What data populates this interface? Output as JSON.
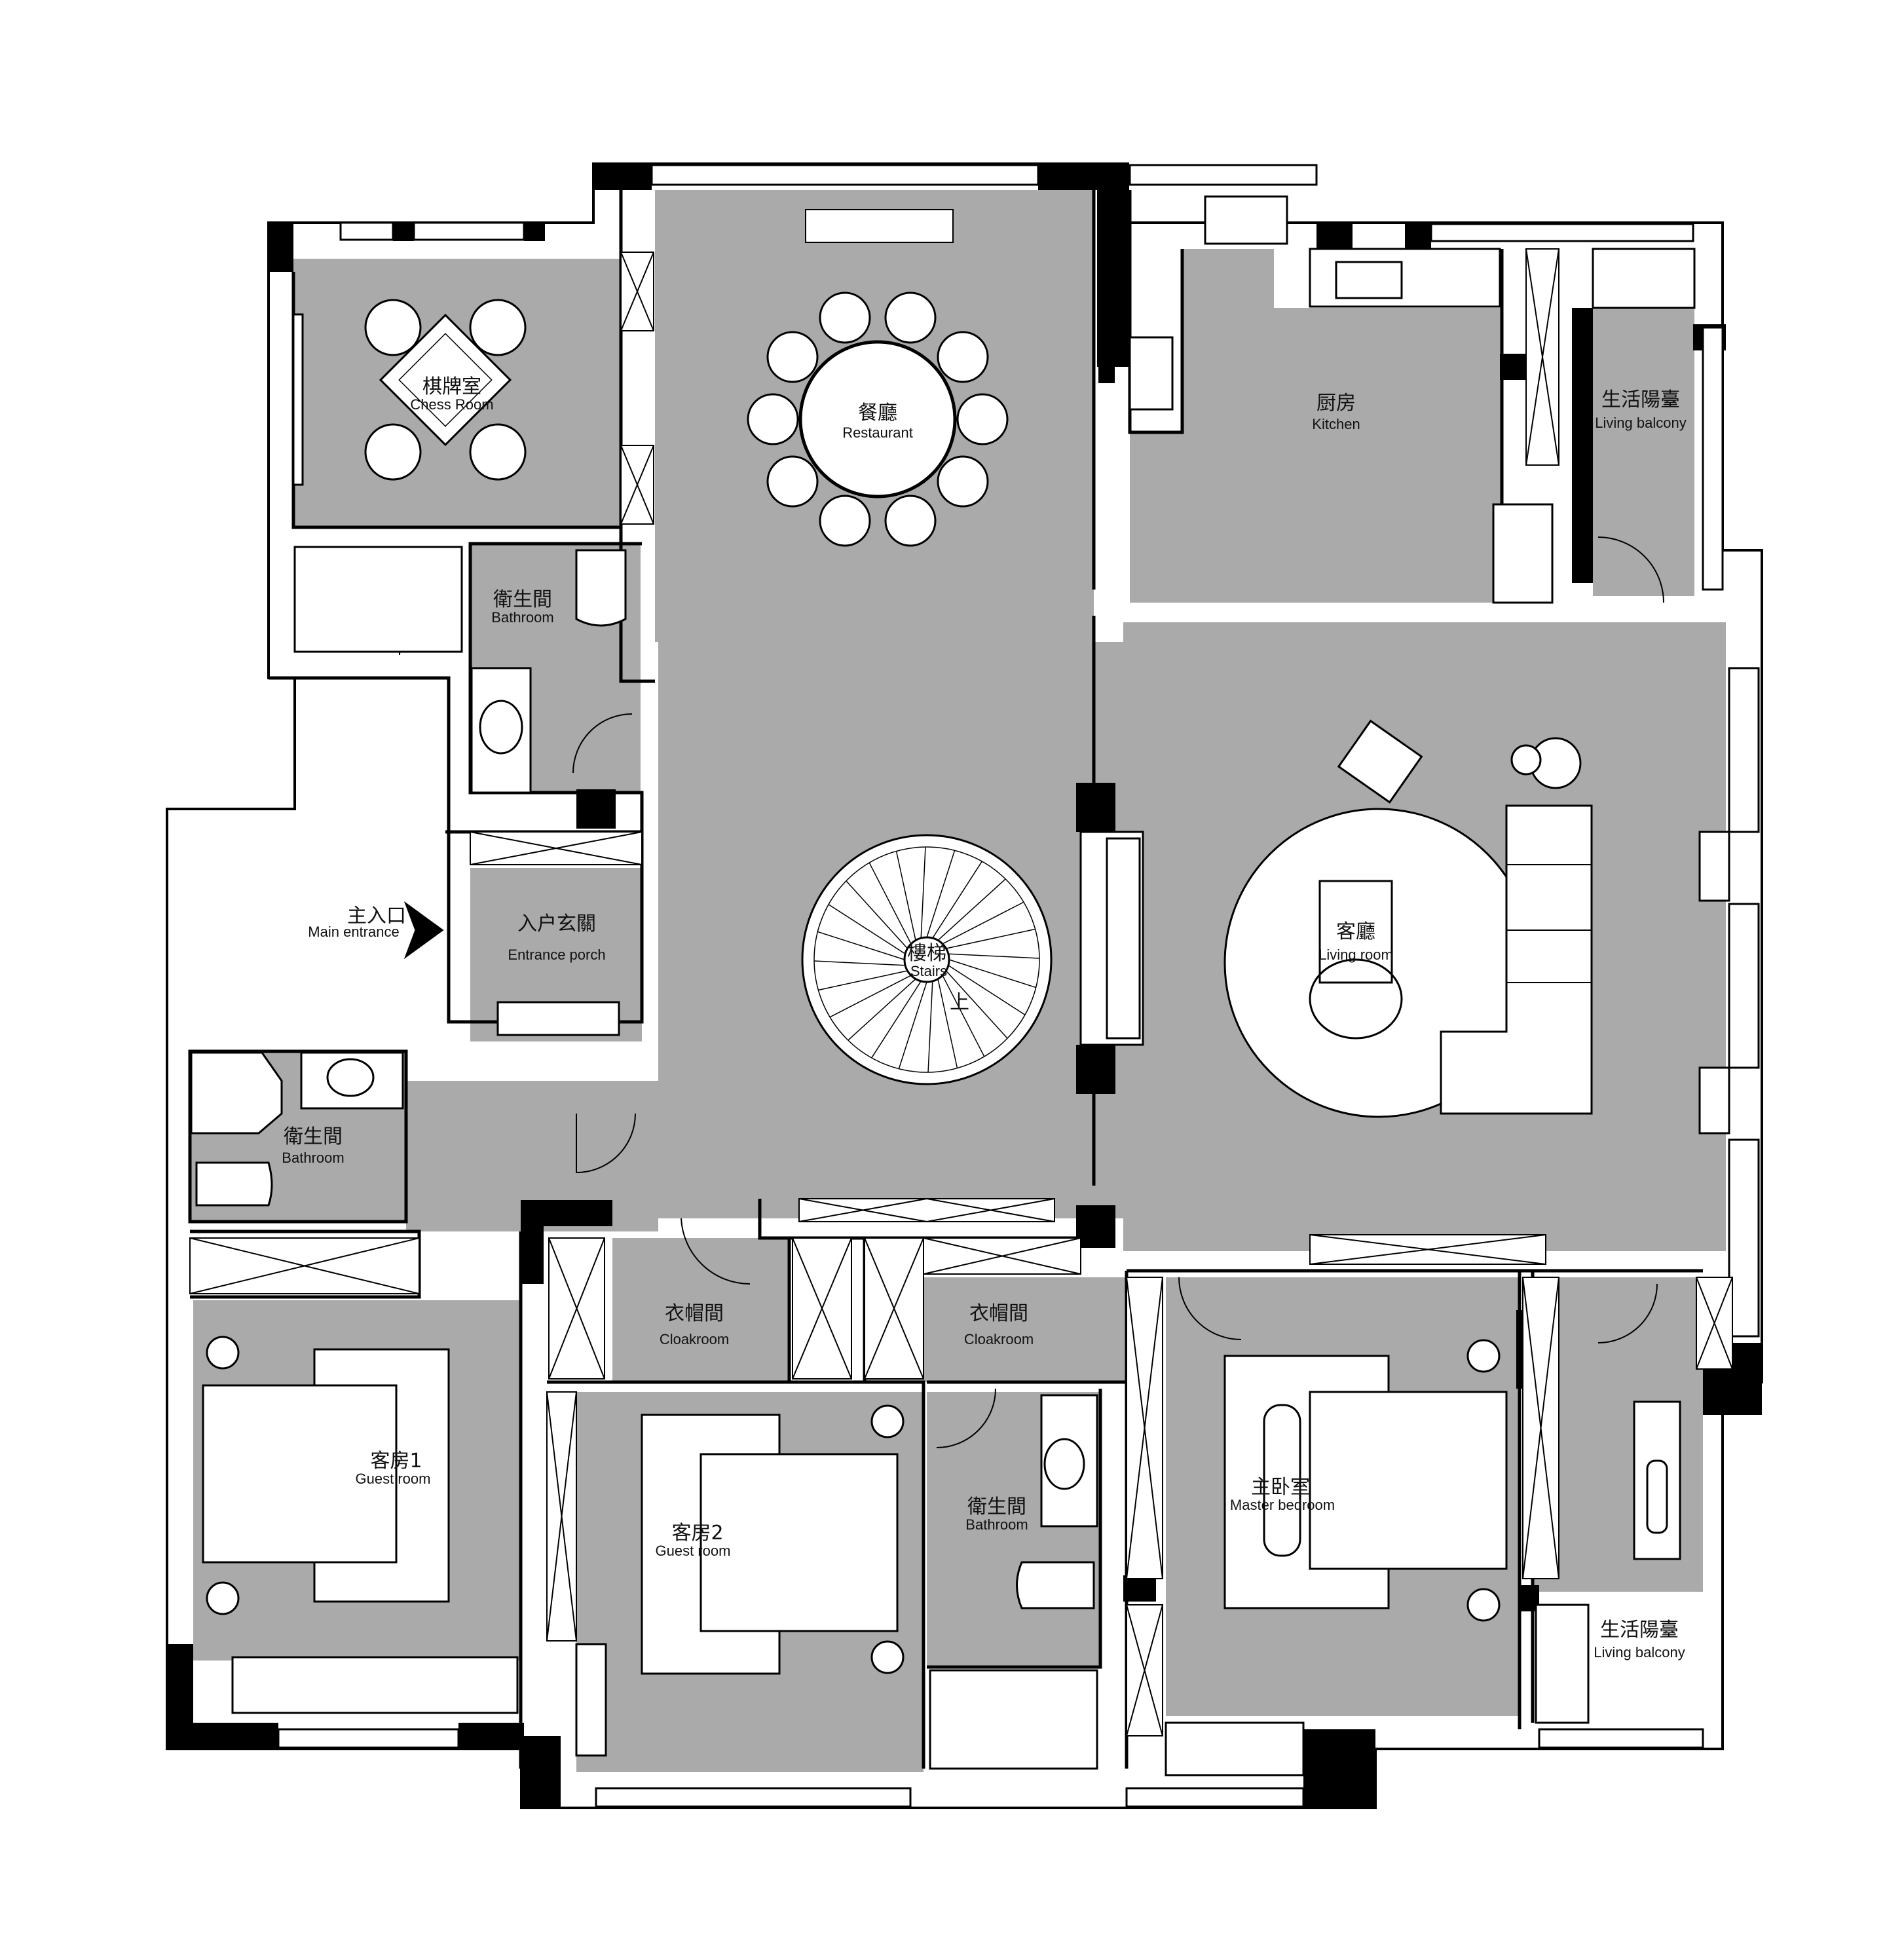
{
  "rooms": {
    "chess": {
      "cn": "棋牌室",
      "en": "Chess Room"
    },
    "restaurant": {
      "cn": "餐廳",
      "en": "Restaurant"
    },
    "kitchen": {
      "cn": "厨房",
      "en": "Kitchen"
    },
    "balcony_top": {
      "cn": "生活陽臺",
      "en": "Living balcony"
    },
    "bath_top": {
      "cn": "衛生間",
      "en": "Bathroom"
    },
    "main_entrance": {
      "cn": "主入口",
      "en": "Main entrance"
    },
    "entrance_porch": {
      "cn": "入户玄關",
      "en": "Entrance porch"
    },
    "stairs": {
      "cn": "樓梯",
      "en": "Stairs",
      "up": "上"
    },
    "living": {
      "cn": "客廳",
      "en": "Living room"
    },
    "bath_left": {
      "cn": "衛生間",
      "en": "Bathroom"
    },
    "cloak_left": {
      "cn": "衣帽間",
      "en": "Cloakroom"
    },
    "cloak_right": {
      "cn": "衣帽間",
      "en": "Cloakroom"
    },
    "guest1": {
      "cn": "客房1",
      "en": "Guest room"
    },
    "guest2": {
      "cn": "客房2",
      "en": "Guest room"
    },
    "bath_mid": {
      "cn": "衛生間",
      "en": "Bathroom"
    },
    "master": {
      "cn": "主卧室",
      "en": "Master bedroom"
    },
    "balcony_bottom": {
      "cn": "生活陽臺",
      "en": "Living balcony"
    }
  },
  "colors": {
    "floor": "#aaaaaa",
    "wall": "#000000",
    "background": "#ffffff",
    "furniture": "#ffffff"
  }
}
